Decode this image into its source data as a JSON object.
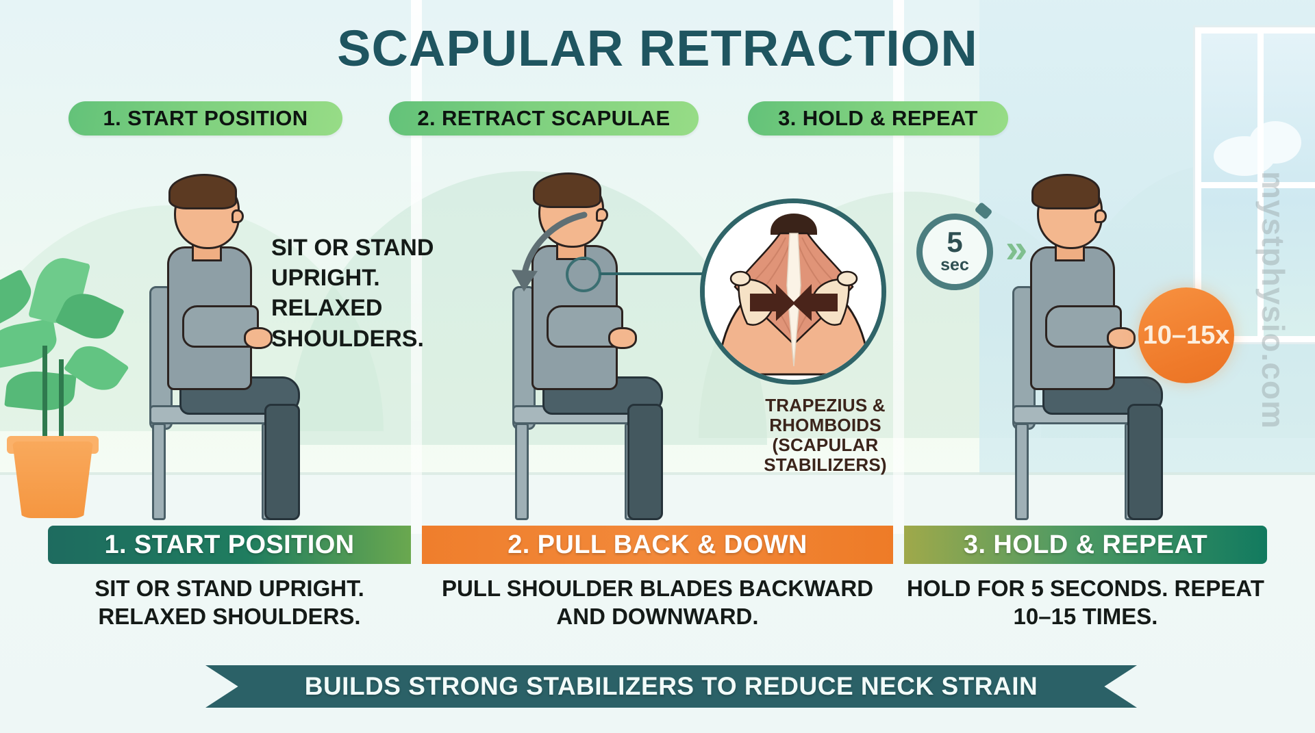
{
  "title": "SCAPULAR RETRACTION",
  "watermark": "mystphysio.com",
  "steps": [
    {
      "badge": "1. START POSITION",
      "callout": "SIT OR STAND UPRIGHT. RELAXED SHOULDERS.",
      "caption_bar": "1. START POSITION",
      "caption_desc": "SIT OR STAND UPRIGHT. RELAXED SHOULDERS."
    },
    {
      "badge": "2. RETRACT SCAPULAE",
      "anatomy_label": "TRAPEZIUS & RHOMBOIDS (SCAPULAR STABILIZERS)",
      "caption_bar": "2. PULL BACK & DOWN",
      "caption_desc": "PULL SHOULDER BLADES BACKWARD AND DOWNWARD."
    },
    {
      "badge": "3. HOLD & REPEAT",
      "timer_value": "5",
      "timer_unit": "sec",
      "reps_badge": "10–15x",
      "caption_bar": "3. HOLD & REPEAT",
      "caption_desc": "HOLD FOR 5 SECONDS. REPEAT 10–15 TIMES."
    }
  ],
  "footer": "BUILDS STRONG STABILIZERS TO REDUCE NECK STRAIN",
  "colors": {
    "title": "#1f5560",
    "badge_green": "#7ed07f",
    "bar_teal": "#1e6b5f",
    "bar_orange": "#ef7e2c",
    "bar_green": "#127a5f",
    "ribbon": "#2b6167",
    "reps_orange": "#ef7a2a",
    "anatomy_label": "#3b241b"
  }
}
